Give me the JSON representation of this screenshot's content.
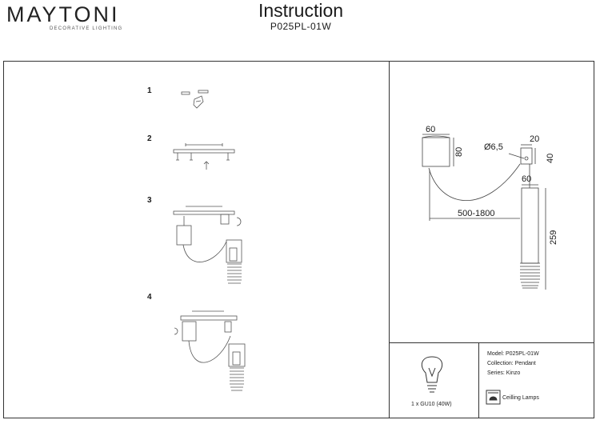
{
  "header": {
    "brand": "MAYTONI",
    "brand_tagline": "DECORATIVE LIGHTING",
    "title": "Instruction",
    "model_code": "P025PL-01W"
  },
  "steps": [
    "1",
    "2",
    "3",
    "4"
  ],
  "dimensions": {
    "base_width": "60",
    "base_height": "80",
    "hole_diameter": "Ø6,5",
    "mount_width": "20",
    "mount_height": "40",
    "shade_width": "60",
    "cable_length": "500-1800",
    "shade_height": "259"
  },
  "spec": {
    "bulb": "1 x GU10 (40W)",
    "model": "Model: P025PL-01W",
    "collection": "Collection: Pendant",
    "series": "Series: Kinzo",
    "mount_type": "Ceilling Lamps"
  },
  "icons": {
    "bulb": "light-bulb-icon",
    "ceiling": "ceiling-lamp-icon"
  }
}
